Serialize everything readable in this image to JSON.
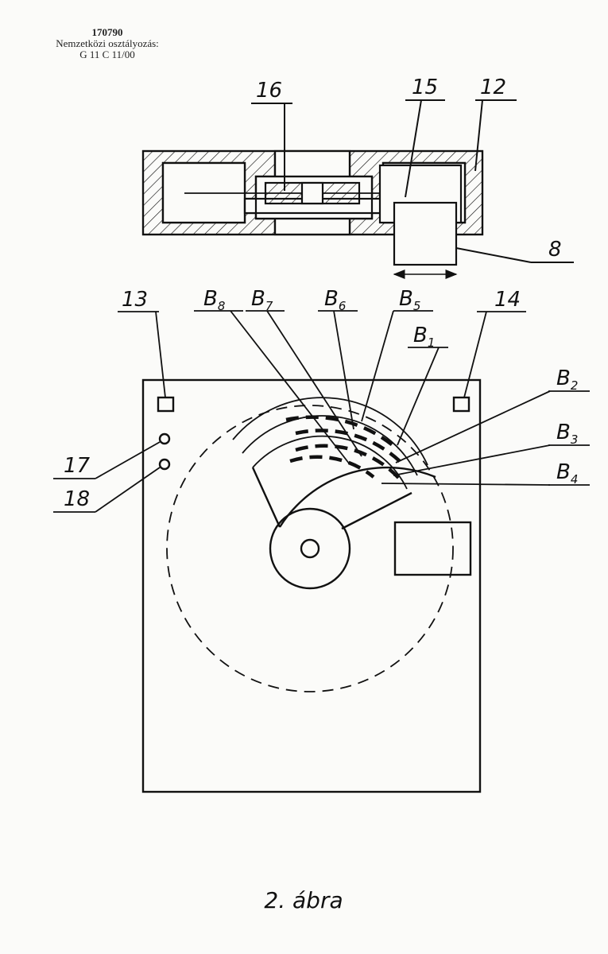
{
  "header": {
    "patent_number": "170790",
    "classification_label": "Nemzetközi osztályozás:",
    "classification_code": "G 11 C 11/00"
  },
  "labels": {
    "l16": "16",
    "l15": "15",
    "l12": "12",
    "l8": "8",
    "l13": "13",
    "l14": "14",
    "l17": "17",
    "l18": "18",
    "b8": "8",
    "b7": "7",
    "b6": "6",
    "b5": "5",
    "b1": "1",
    "b2": "2",
    "b3": "3",
    "b4": "4"
  },
  "caption": "2. ábra"
}
